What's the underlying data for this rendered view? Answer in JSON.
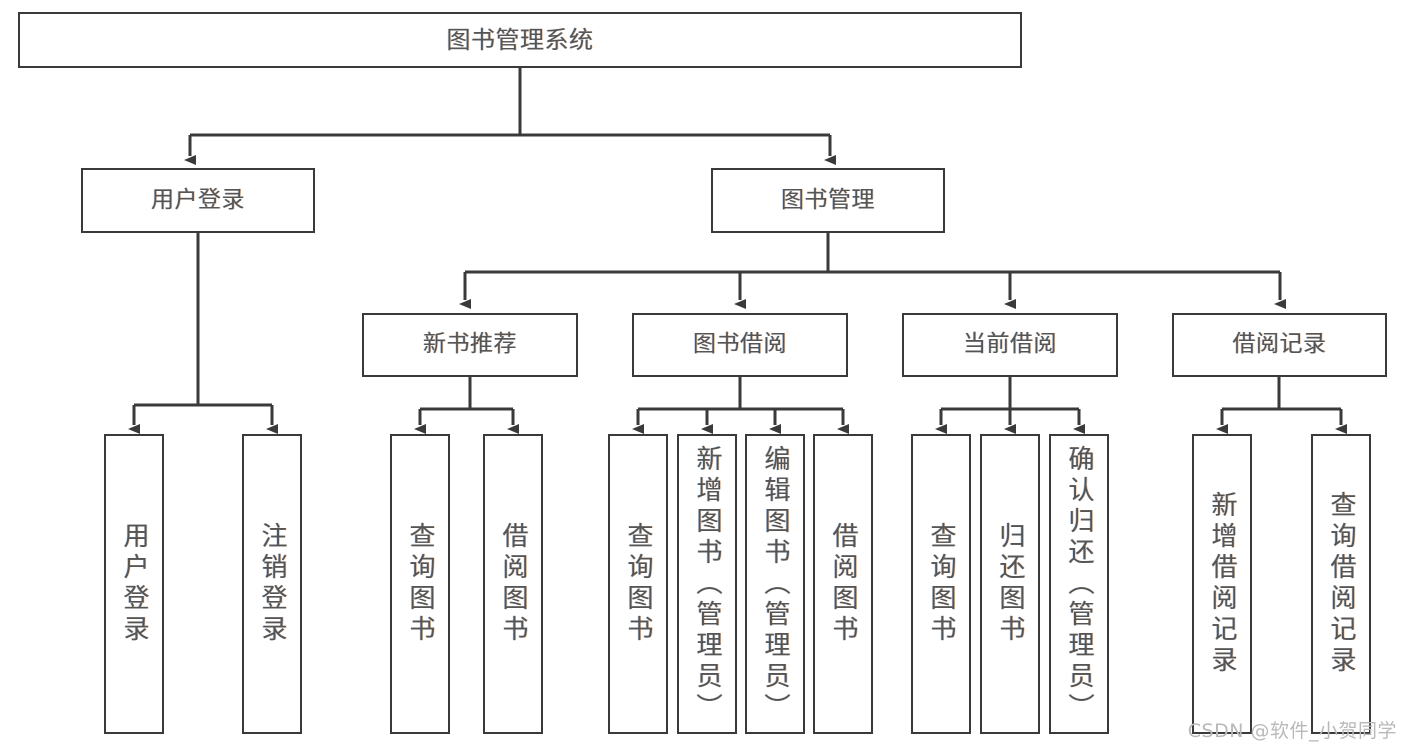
{
  "diagram": {
    "title": "图书管理系统",
    "type": "tree-hierarchy-diagram",
    "watermark": "CSDN @软件_小贺同学",
    "colors": {
      "background": "#ffffff",
      "box_border": "#3a3a3a",
      "box_fill": "#ffffff",
      "text": "#555555",
      "connector": "#3a3a3a",
      "watermark": "#b9b9b9"
    },
    "root": {
      "label": "图书管理系统"
    },
    "level2": [
      {
        "label": "用户登录"
      },
      {
        "label": "图书管理"
      }
    ],
    "level3": [
      {
        "label": "新书推荐"
      },
      {
        "label": "图书借阅"
      },
      {
        "label": "当前借阅"
      },
      {
        "label": "借阅记录"
      }
    ],
    "leaves": {
      "user_login": [
        {
          "label": "用户登录"
        },
        {
          "label": "注销登录"
        }
      ],
      "new_book_recommend": [
        {
          "label": "查询图书"
        },
        {
          "label": "借阅图书"
        }
      ],
      "book_borrow": [
        {
          "label": "查询图书"
        },
        {
          "label": "新增图书（管理员）"
        },
        {
          "label": "编辑图书（管理员）"
        },
        {
          "label": "借阅图书"
        }
      ],
      "current_borrow": [
        {
          "label": "查询图书"
        },
        {
          "label": "归还图书"
        },
        {
          "label": "确认归还（管理员）"
        }
      ],
      "borrow_record": [
        {
          "label": "新增借阅记录"
        },
        {
          "label": "查询借阅记录"
        }
      ]
    }
  }
}
